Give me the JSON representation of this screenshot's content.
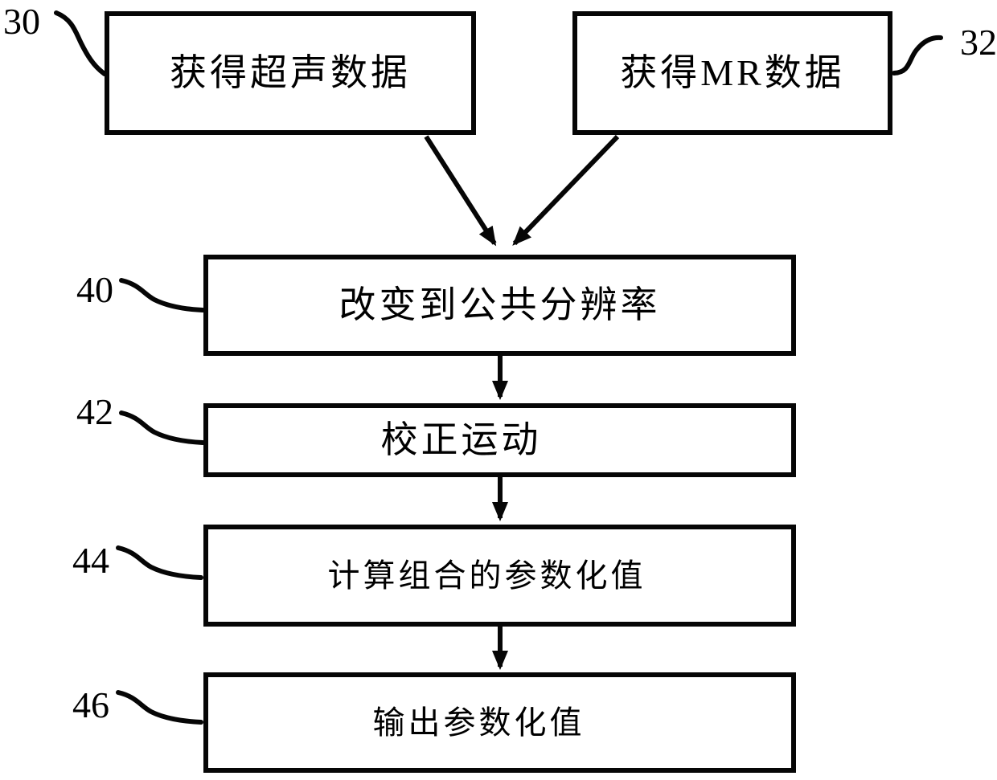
{
  "diagram": {
    "type": "flowchart",
    "colors": {
      "line": "#060606",
      "background": "#ffffff",
      "text": "#000000"
    },
    "boxes": {
      "acquire_ultrasound": {
        "ref": "30",
        "label": "获得超声数据"
      },
      "acquire_mr": {
        "ref": "32",
        "label": "获得MR数据"
      },
      "common_resolution": {
        "ref": "40",
        "label": "改变到公共分辨率"
      },
      "correct_motion": {
        "ref": "42",
        "label": "校正运动"
      },
      "calc_parameterized": {
        "ref": "44",
        "label": "计算组合的参数化值"
      },
      "output_parameterized": {
        "ref": "46",
        "label": "输出参数化值"
      }
    },
    "edges": [
      {
        "from": "30",
        "to": "40"
      },
      {
        "from": "32",
        "to": "40"
      },
      {
        "from": "40",
        "to": "42"
      },
      {
        "from": "42",
        "to": "44"
      },
      {
        "from": "44",
        "to": "46"
      }
    ]
  }
}
